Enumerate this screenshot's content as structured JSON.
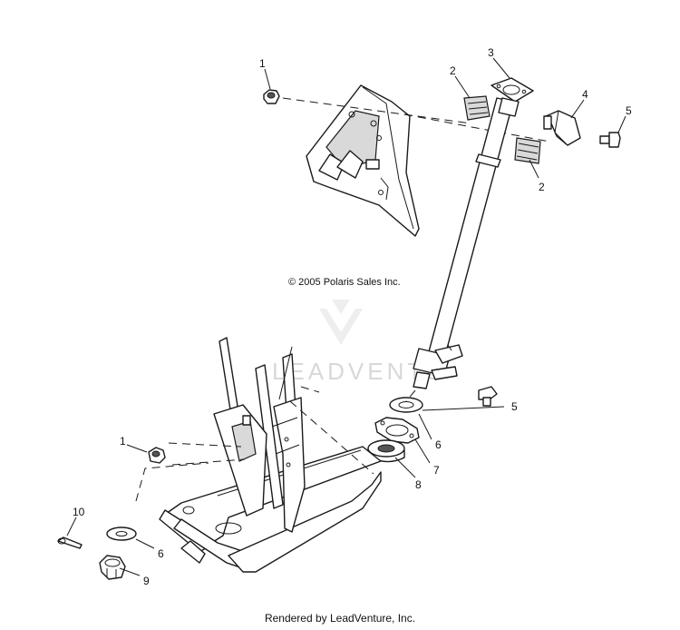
{
  "copyright": "© 2005 Polaris Sales Inc.",
  "watermark_text": "LEADVENTU",
  "footer": "Rendered by LeadVenture, Inc.",
  "callouts": [
    {
      "label": "1",
      "part": "nut-upper"
    },
    {
      "label": "2",
      "part": "bushing-half-left"
    },
    {
      "label": "3",
      "part": "steering-post-top-plate"
    },
    {
      "label": "4",
      "part": "bushing-clamp"
    },
    {
      "label": "5",
      "part": "bolt-upper"
    },
    {
      "label": "2",
      "part": "bushing-half-right"
    },
    {
      "label": "5",
      "part": "bolt-lower"
    },
    {
      "label": "6",
      "part": "washer-middle"
    },
    {
      "label": "7",
      "part": "flange-plate"
    },
    {
      "label": "8",
      "part": "spacer-bushing"
    },
    {
      "label": "1",
      "part": "nut-lower"
    },
    {
      "label": "10",
      "part": "cotter-pin"
    },
    {
      "label": "6",
      "part": "washer-lower"
    },
    {
      "label": "9",
      "part": "castle-nut"
    }
  ]
}
